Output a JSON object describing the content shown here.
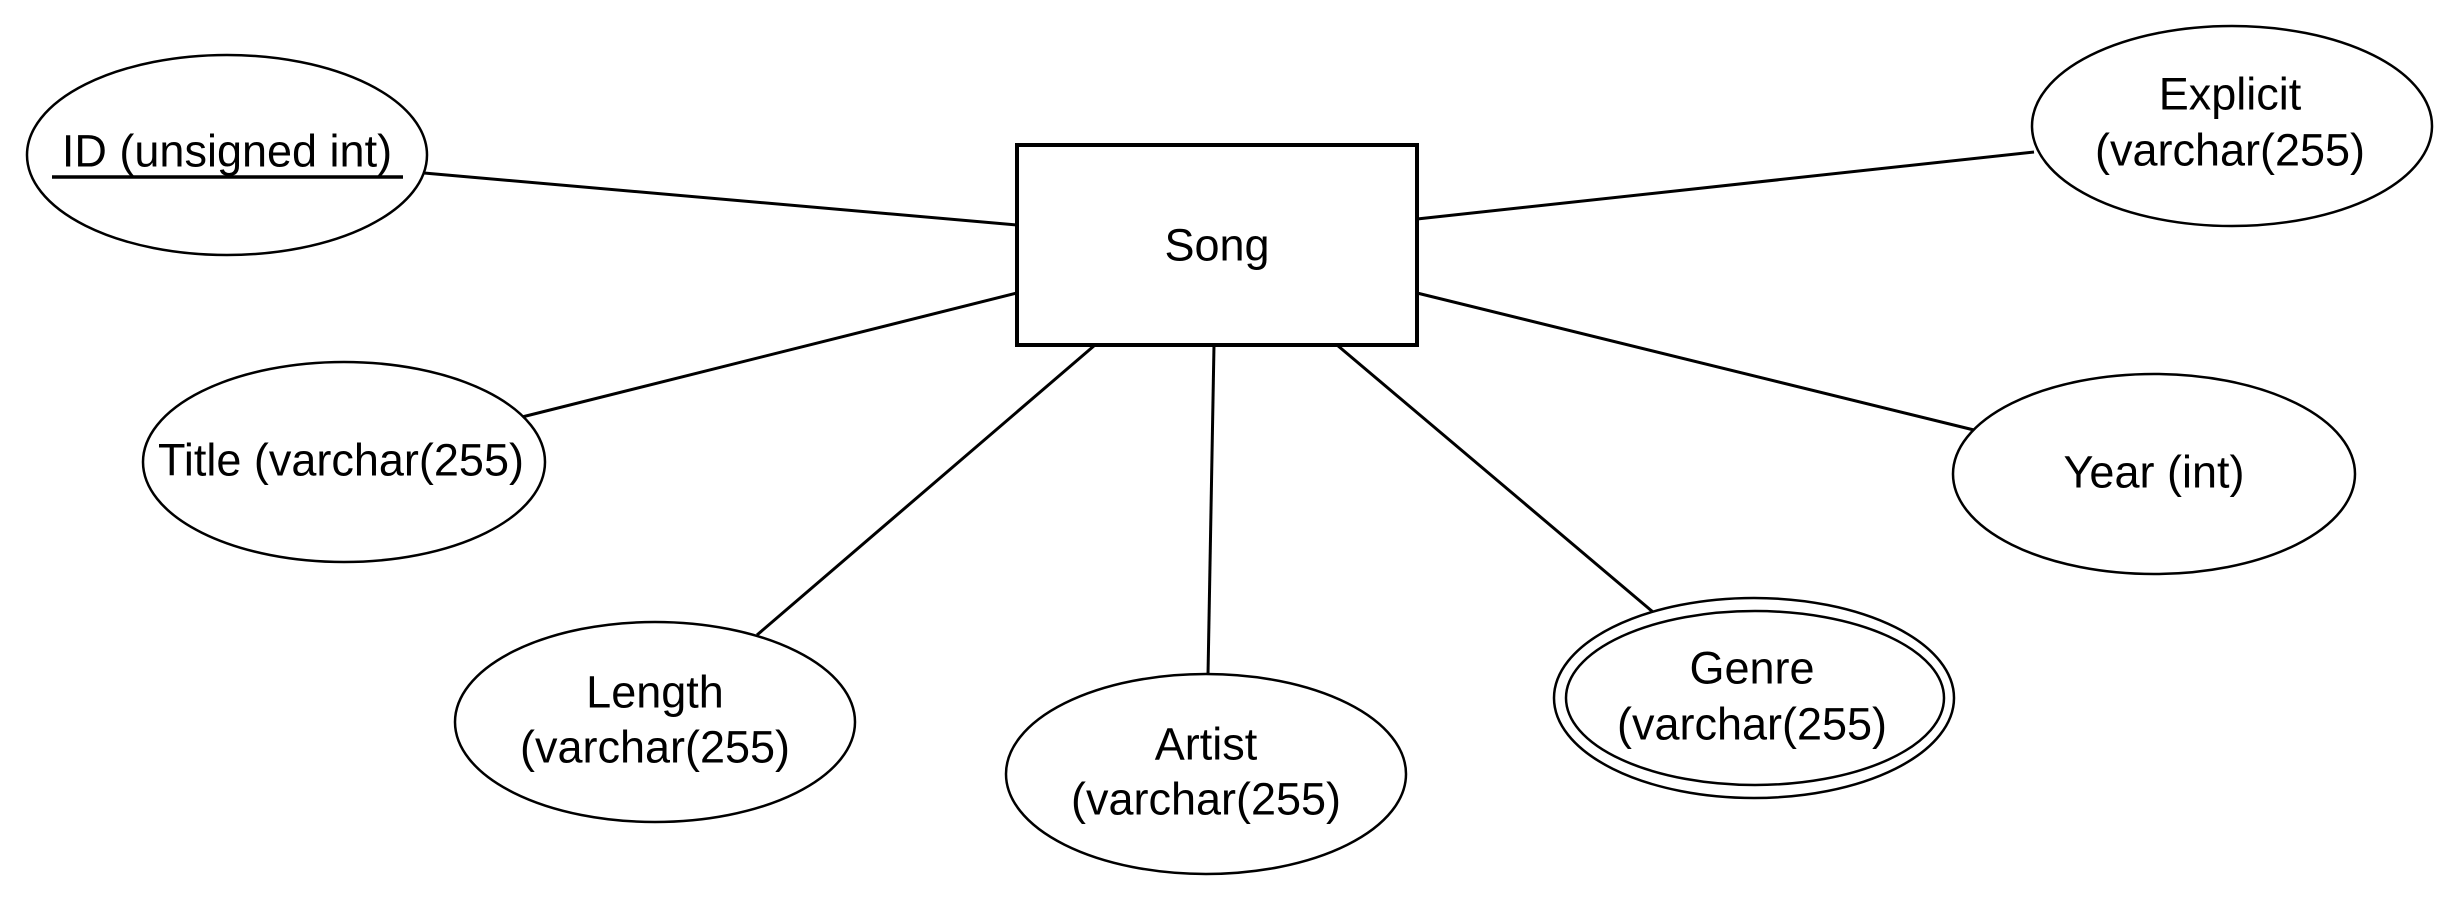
{
  "diagram": {
    "type": "er-diagram",
    "colors": {
      "stroke": "#000000",
      "fill": "#ffffff",
      "text": "#000000"
    },
    "entity": {
      "id": "song",
      "label": "Song"
    },
    "attributes": [
      {
        "id": "id",
        "lines": [
          "ID (unsigned int)"
        ],
        "key": true,
        "multivalued": false
      },
      {
        "id": "title",
        "lines": [
          "Title (varchar(255)"
        ],
        "key": false,
        "multivalued": false
      },
      {
        "id": "length",
        "lines": [
          "Length",
          "(varchar(255)"
        ],
        "key": false,
        "multivalued": false
      },
      {
        "id": "artist",
        "lines": [
          "Artist",
          "(varchar(255)"
        ],
        "key": false,
        "multivalued": false
      },
      {
        "id": "genre",
        "lines": [
          "Genre",
          "(varchar(255)"
        ],
        "key": false,
        "multivalued": true
      },
      {
        "id": "year",
        "lines": [
          "Year (int)"
        ],
        "key": false,
        "multivalued": false
      },
      {
        "id": "explicit",
        "lines": [
          "Explicit",
          "(varchar(255)"
        ],
        "key": false,
        "multivalued": false
      }
    ],
    "relationships": [
      {
        "from": "song",
        "to": "id"
      },
      {
        "from": "song",
        "to": "title"
      },
      {
        "from": "song",
        "to": "length"
      },
      {
        "from": "song",
        "to": "artist"
      },
      {
        "from": "song",
        "to": "genre"
      },
      {
        "from": "song",
        "to": "year"
      },
      {
        "from": "song",
        "to": "explicit"
      }
    ]
  }
}
